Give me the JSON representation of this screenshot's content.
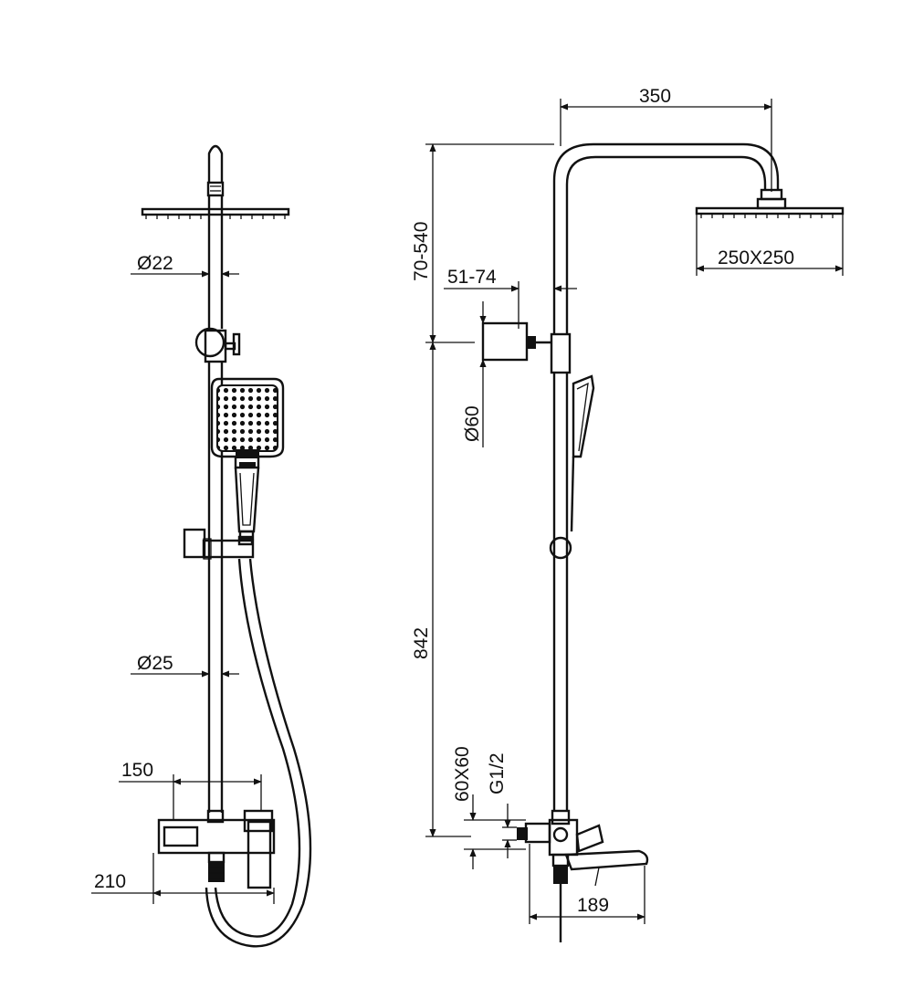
{
  "dimensions": {
    "head_width": "350",
    "arm_height": "70-540",
    "wall_offset": "51-74",
    "head_size": "250X250",
    "flange_diameter": "Ø60",
    "top_tube_diameter": "Ø22",
    "bottom_tube_diameter": "Ø25",
    "rail_height": "842",
    "mixer_block": "60X60",
    "thread": "G1/2",
    "spout_length": "189",
    "valve_width": "150",
    "valve_depth": "210"
  },
  "colors": {
    "line": "#111111",
    "background": "#ffffff"
  }
}
